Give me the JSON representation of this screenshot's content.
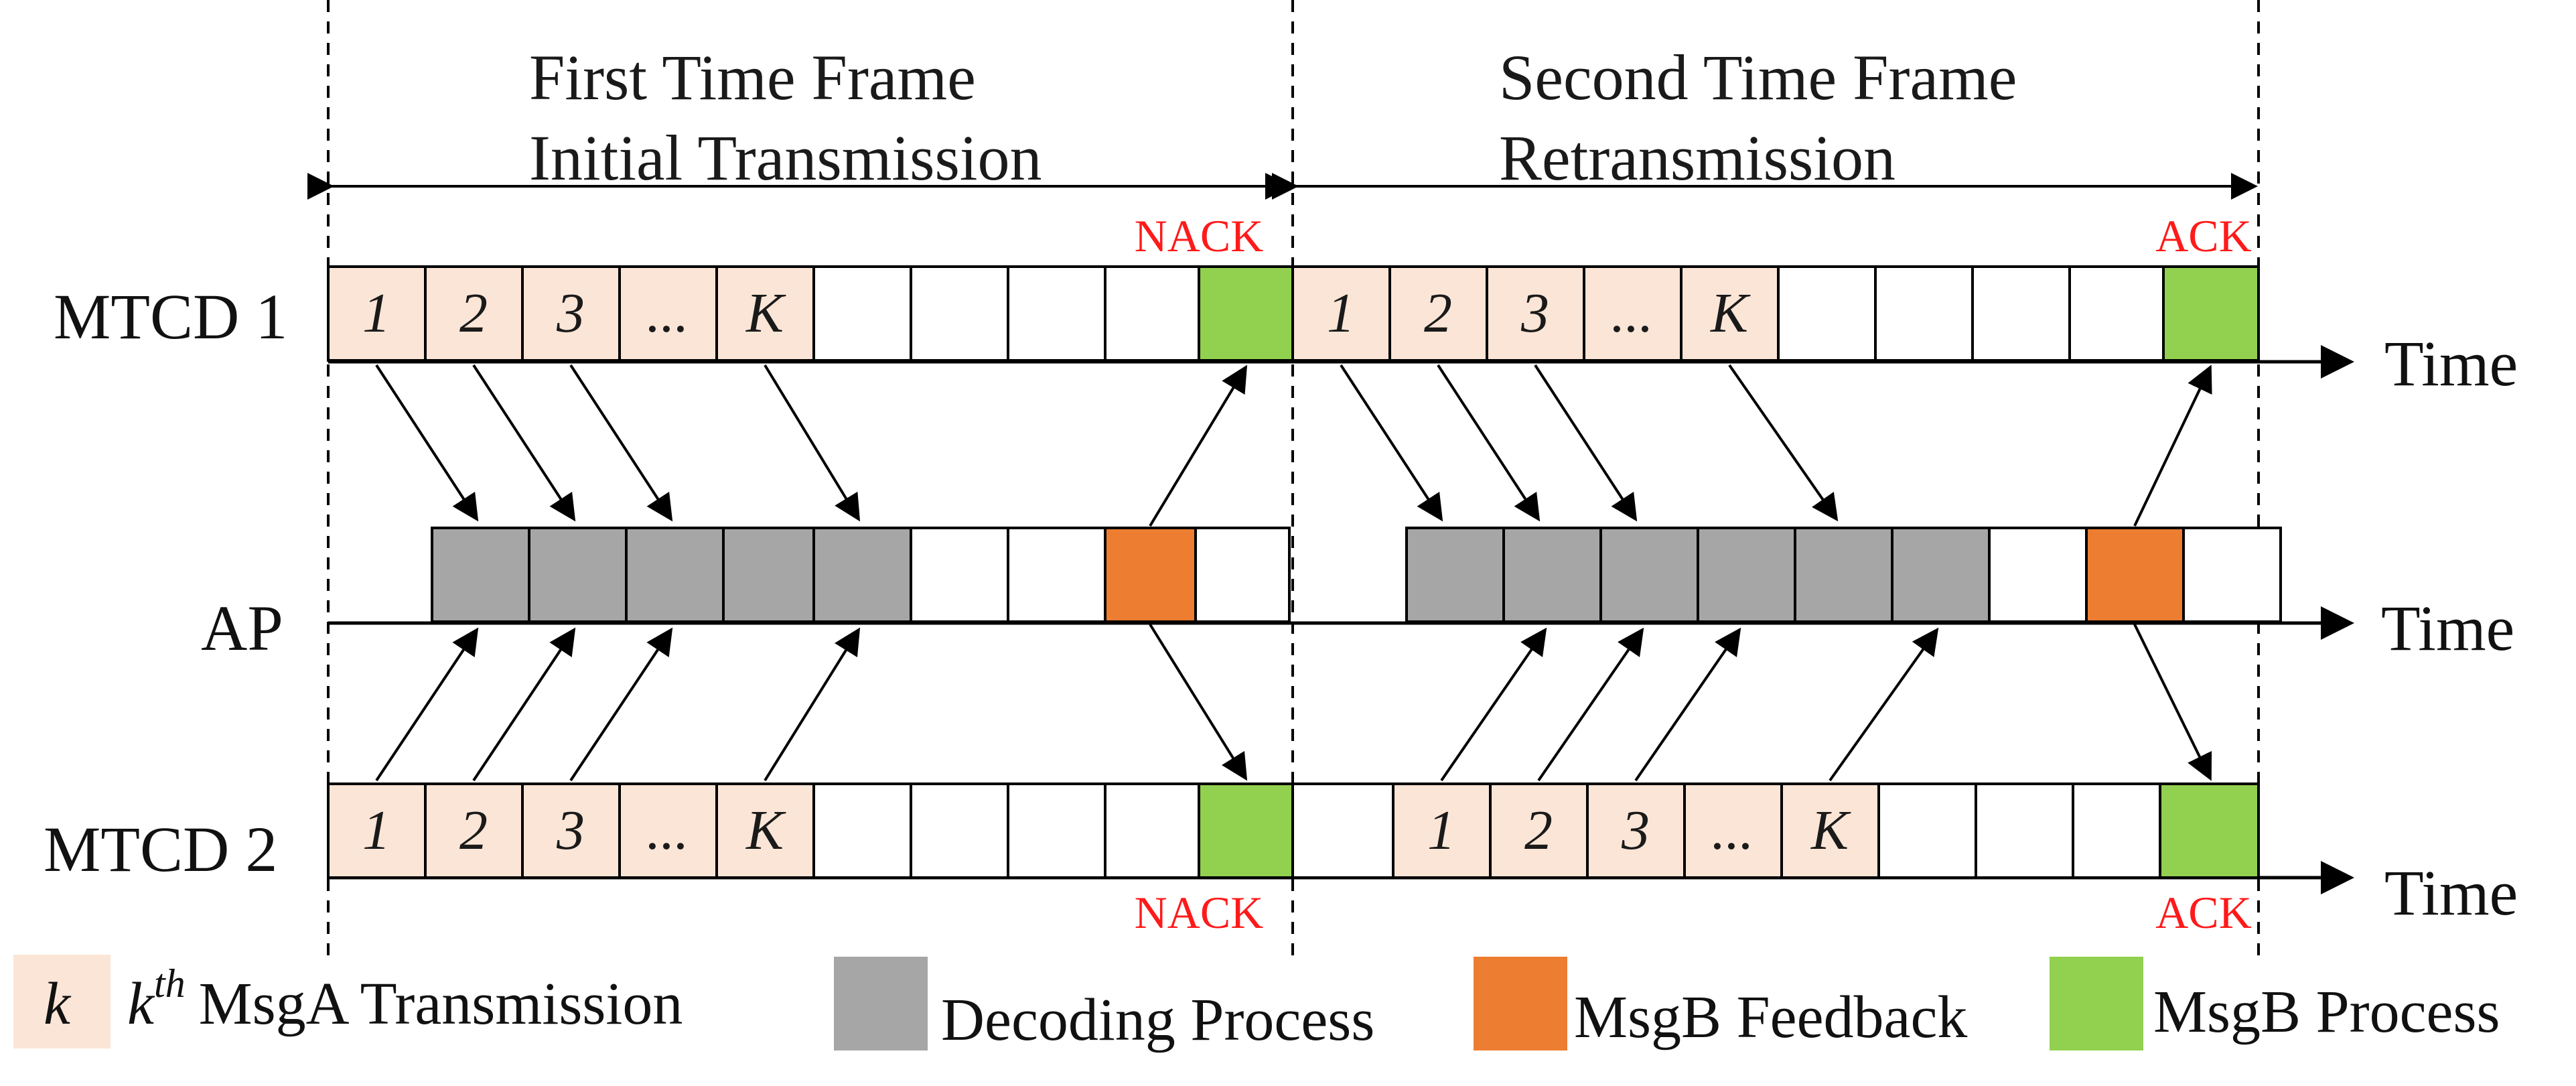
{
  "frames": [
    {
      "title": "First Time Frame",
      "subtitle": "Initial Transmission"
    },
    {
      "title": "Second Time Frame",
      "subtitle": "Retransmission"
    }
  ],
  "rows": [
    {
      "name": "MTCD 1"
    },
    {
      "name": "AP"
    },
    {
      "name": "MTCD 2"
    }
  ],
  "time_label": "Time",
  "slot_labels": [
    "1",
    "2",
    "3",
    "...",
    "K"
  ],
  "feedback": {
    "nack": "NACK",
    "ack": "ACK"
  },
  "legend": {
    "msga_key": "k",
    "msga_sup_base": "k",
    "msga_sup": "th",
    "msga_label": "MsgA Transmission",
    "decoding_label": "Decoding Process",
    "feedback_label": "MsgB Feedback",
    "process_label": "MsgB Process"
  },
  "colors": {
    "msga": "#fbe5d6",
    "decoding": "#a6a6a6",
    "feedback": "#ed7d31",
    "process": "#92d050",
    "empty": "#ffffff",
    "text_alert": "#ff1a1a"
  }
}
